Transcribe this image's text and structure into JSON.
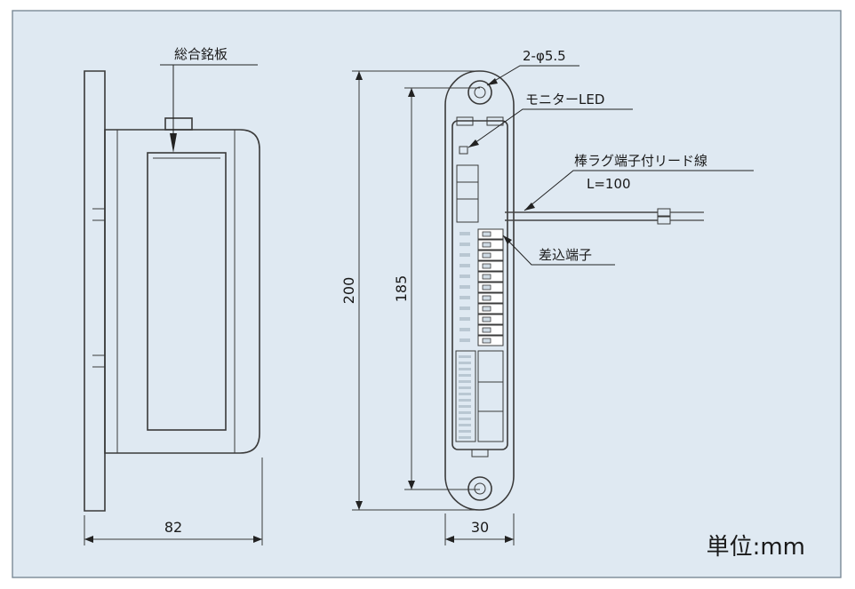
{
  "colors": {
    "background": "#dfe9f2",
    "border": "#7a8a96",
    "device_fill": "#f4f8fb",
    "line": "#3a3a3a"
  },
  "labels": {
    "nameplate": "総合銘板",
    "mount_holes": "2-φ5.5",
    "monitor_led": "モニターLED",
    "lead_wire": "棒ラグ端子付リード線",
    "lead_length": "L=100",
    "terminal": "差込端子"
  },
  "dimensions": {
    "depth": "82",
    "width": "30",
    "total_height": "200",
    "pitch_height": "185"
  },
  "unit_note": "単位:mm"
}
